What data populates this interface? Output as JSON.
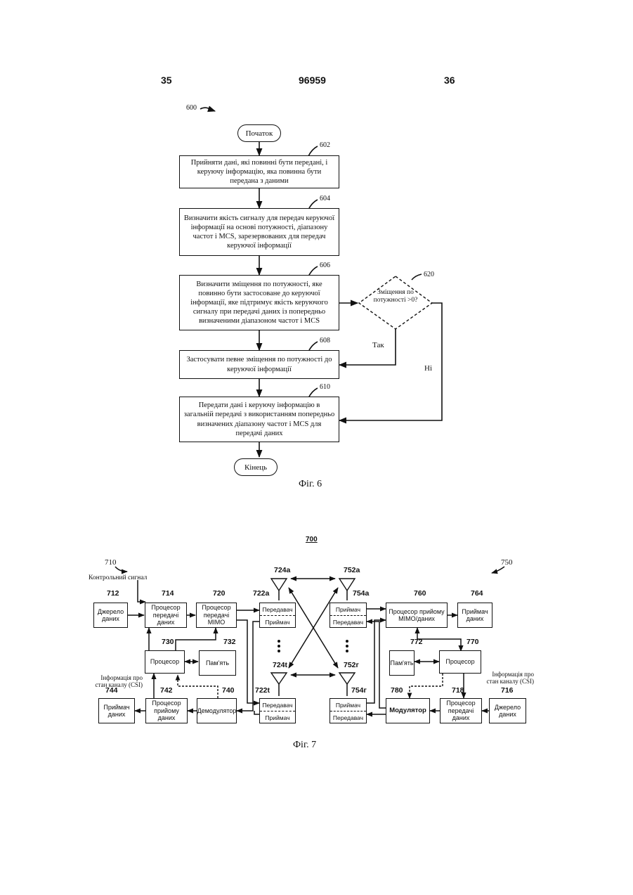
{
  "header": {
    "page_left": "35",
    "doc_number": "96959",
    "page_right": "36"
  },
  "fig6": {
    "ref": "600",
    "start": "Початок",
    "end": "Кінець",
    "steps": [
      {
        "ref": "602",
        "text": "Прийняти дані, які повинні бути передані, і керуючу інформацію, яка повинна бути передана з даними"
      },
      {
        "ref": "604",
        "text": "Визначити якість сигналу для передач керуючої інформації на основі потужності, діапазону частот і MCS, зарезервованих для передач керуючої інформації"
      },
      {
        "ref": "606",
        "text": "Визначити зміщення по потужності, яке повинно бути застосоване до керуючої інформації, яке підтримує якість керуючого сигналу при передачі даних із попередньо визначеними діапазоном частот і MCS"
      },
      {
        "ref": "608",
        "text": "Застосувати певне зміщення по потужності до керуючої інформації"
      },
      {
        "ref": "610",
        "text": "Передати дані і керуючу інформацію в загальній передачі з використанням попередньо визначених діапазону частот і MCS для передачі даних"
      }
    ],
    "decision": {
      "ref": "620",
      "text": "Зміщення по потужності >0?",
      "yes": "Так",
      "no": "Ні"
    },
    "caption": "Фіг. 6"
  },
  "fig7": {
    "ref": "700",
    "left_ref": "710",
    "right_ref": "750",
    "control_signal": "Контрольний сигнал",
    "csi_left": "Інформація про стан каналу (CSI)",
    "csi_right": "Інформація про стан каналу (CSI)",
    "blocks": {
      "b712": {
        "ref": "712",
        "text": "Джерело даних"
      },
      "b714": {
        "ref": "714",
        "text": "Процесор передачі даних"
      },
      "b720": {
        "ref": "720",
        "text": "Процесор передачі MIMO"
      },
      "b730": {
        "ref": "730",
        "text": "Процесор"
      },
      "b732": {
        "ref": "732",
        "text": "Пам'ять"
      },
      "b740": {
        "ref": "740",
        "text": "Демодулятор"
      },
      "b742": {
        "ref": "742",
        "text": "Процесор прийому даних"
      },
      "b744": {
        "ref": "744",
        "text": "Приймач даних"
      },
      "b760": {
        "ref": "760",
        "text": "Процесор прийому MIMO/даних"
      },
      "b764": {
        "ref": "764",
        "text": "Приймач даних"
      },
      "b770": {
        "ref": "770",
        "text": "Процесор"
      },
      "b772": {
        "ref": "772",
        "text": "Пам'ять"
      },
      "b780": {
        "ref": "780",
        "text": "Модулятор"
      },
      "b718": {
        "ref": "718",
        "text": "Процесор передачі даних"
      },
      "b716": {
        "ref": "716",
        "text": "Джерело даних"
      }
    },
    "transceivers": {
      "t722a": {
        "ref": "722а",
        "top": "Передавач",
        "bottom": "Приймач"
      },
      "t722t": {
        "ref": "722t",
        "top": "Передавач",
        "bottom": "Приймач"
      },
      "t754a": {
        "ref": "754а",
        "top": "Приймач",
        "bottom": "Передавач"
      },
      "t754r": {
        "ref": "754г",
        "top": "Приймач",
        "bottom": "Передавач"
      }
    },
    "antennas": {
      "a724a": "724а",
      "a724t": "724t",
      "a752a": "752а",
      "a752r": "752г"
    },
    "caption": "Фіг. 7"
  }
}
